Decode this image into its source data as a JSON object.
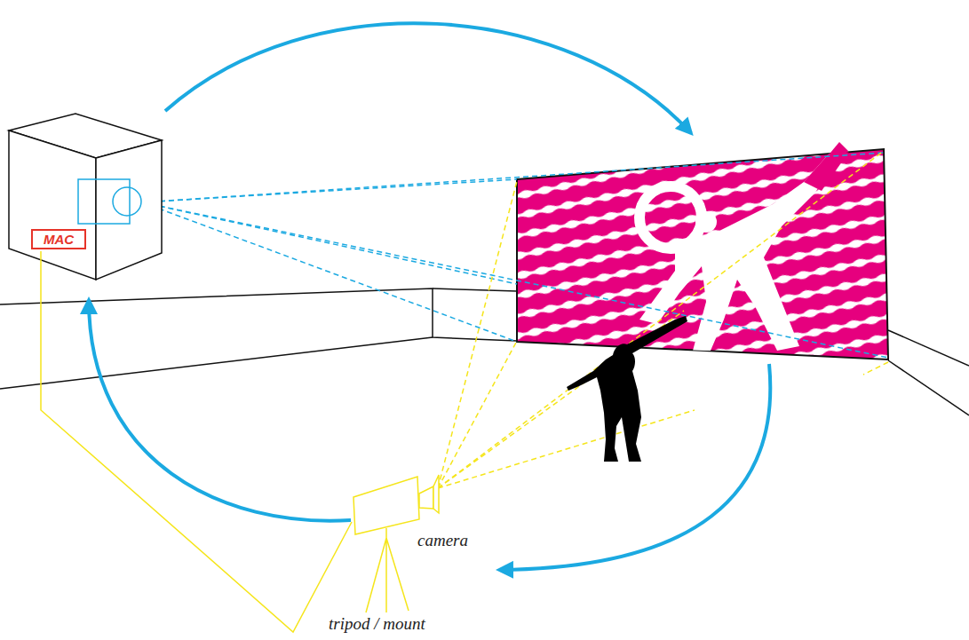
{
  "diagram": {
    "nodes": [
      {
        "text": [
          "MAC"
        ]
      }
    ],
    "labels": [
      "camera",
      "tripod / mount"
    ]
  }
}
